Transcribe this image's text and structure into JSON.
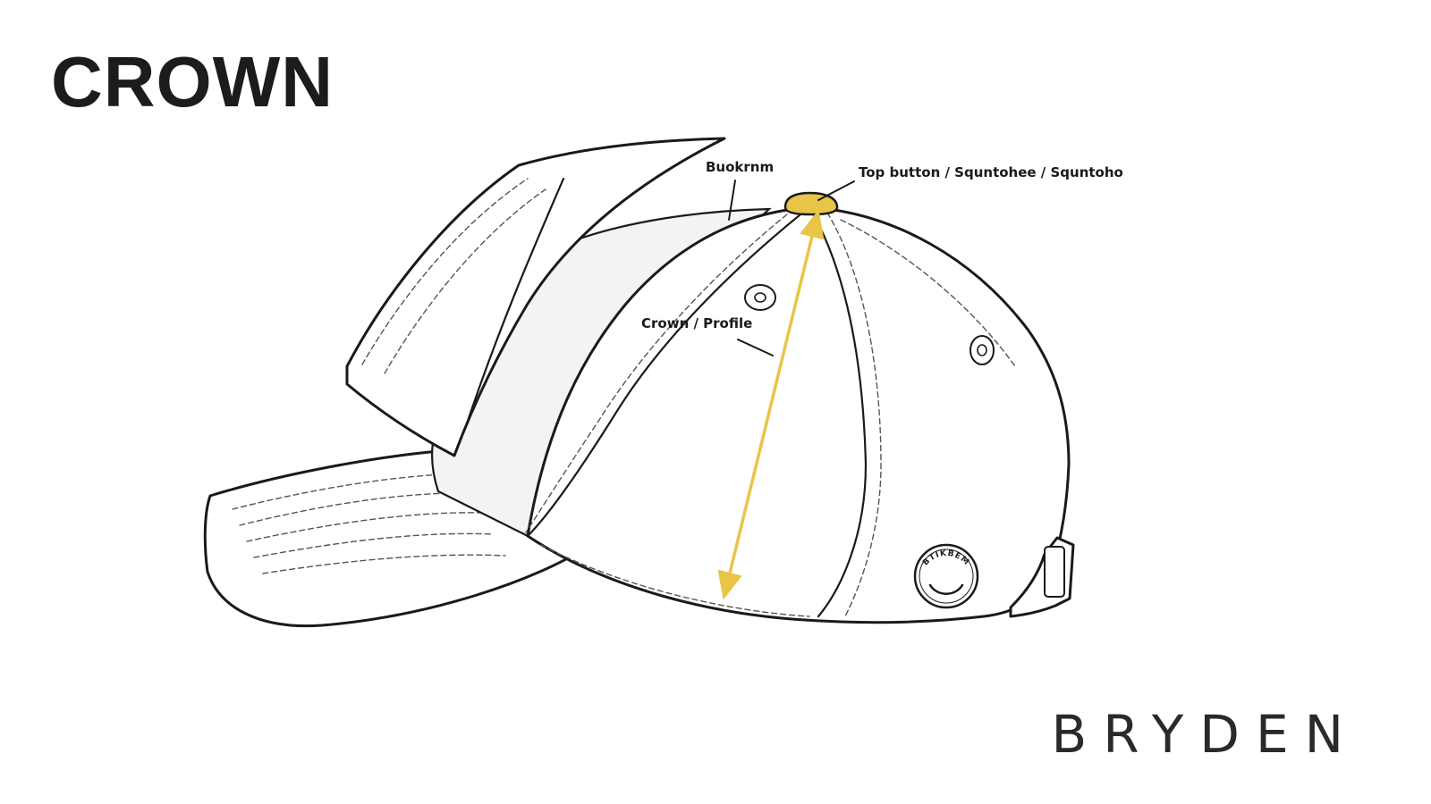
{
  "title": "CROWN",
  "brand": "BRYDEN",
  "colors": {
    "accent": "#e8c547",
    "outline": "#1a1a1a",
    "buckram_fill": "#f1f3f5",
    "background": "#ffffff"
  },
  "callouts": {
    "buckram": "Buokrnm",
    "top_button": "Top button / Squntohee / Squntoho",
    "crown_profile": "Crown / Profile"
  },
  "badge": {
    "text": "BTIKBEM"
  }
}
